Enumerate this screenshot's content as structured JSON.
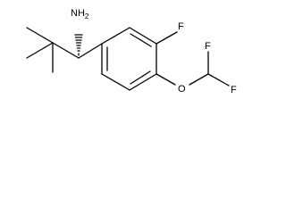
{
  "molecule": {
    "atom_labels": {
      "amine": "NH",
      "amine_subscript": "2",
      "fluoro": "F",
      "oxygen": "O",
      "difluoro_top": "F",
      "difluoro_right": "F"
    },
    "stereo": "wedge",
    "colors": {
      "ink": "#000000",
      "background": "#ffffff"
    }
  }
}
